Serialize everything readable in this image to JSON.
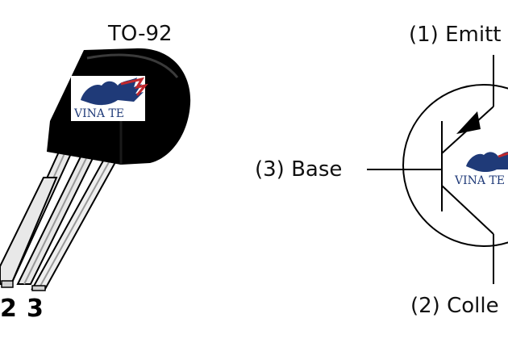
{
  "package": {
    "title": "TO-92",
    "pin_numbers": [
      "2",
      "3"
    ]
  },
  "symbol": {
    "emitter_label": "(1) Emitt",
    "base_label": "(3) Base",
    "collector_label": "(2) Colle"
  },
  "watermark": {
    "text": "VINA TE"
  },
  "colors": {
    "body": "#000000",
    "leads": "#e6e6e6",
    "watermark_blue": "#1f3a78",
    "watermark_red": "#c0282d"
  }
}
